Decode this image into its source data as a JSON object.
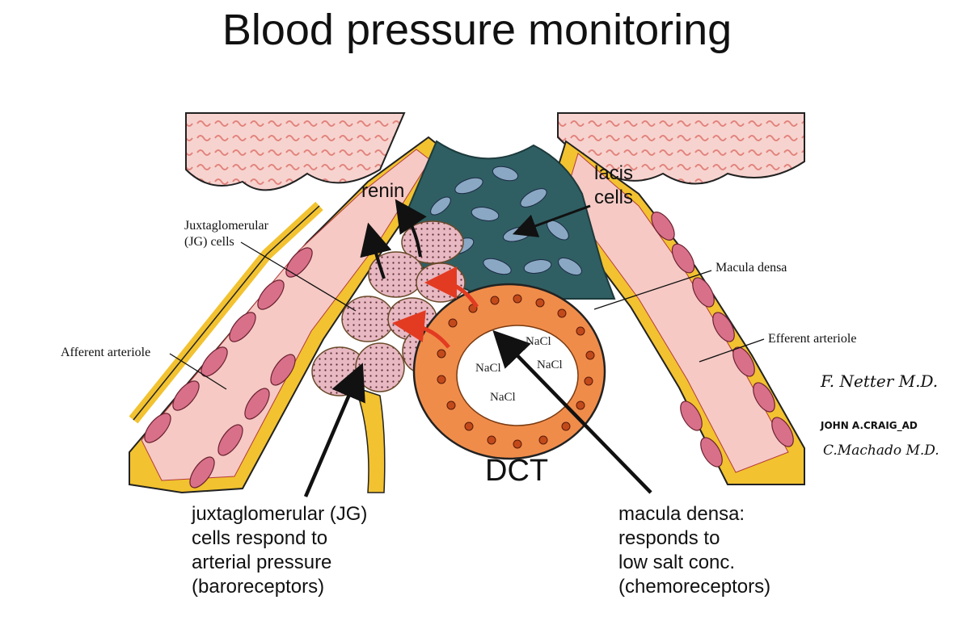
{
  "title": "Blood pressure monitoring",
  "labels": {
    "renin": "renin",
    "lacis_cells": "lacis\ncells",
    "jg_cells": "Juxtaglomerular\n(JG) cells",
    "macula_densa": "Macula densa",
    "afferent_arteriole": "Afferent arteriole",
    "efferent_arteriole": "Efferent arteriole",
    "dct": "DCT",
    "nacl_1": "NaCl",
    "nacl_2": "NaCl",
    "nacl_3": "NaCl",
    "nacl_4": "NaCl"
  },
  "captions": {
    "jg_caption": "juxtaglomerular (JG)\ncells respond to\narterial pressure\n(baroreceptors)",
    "md_caption": "macula densa:\nresponds to\nlow salt conc.\n(chemoreceptors)"
  },
  "signatures": {
    "netter": "F. Netter M.D.",
    "craig": "JOHN A.CRAIG_AD",
    "machado": "C.Machado M.D."
  },
  "colors": {
    "vessel_wall": "#f2c230",
    "vessel_lumen": "#f6c9c4",
    "lacis": "#2f5f63",
    "dct_cells": "#f08c4a",
    "jg_cells": "#e6b3bd",
    "arrow_red": "#e23b22"
  }
}
